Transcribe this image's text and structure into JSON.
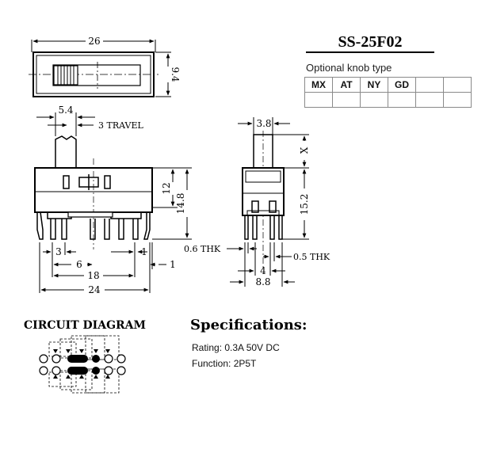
{
  "title": "SS-25F02",
  "knob": {
    "label": "Optional knob type",
    "types": [
      "MX",
      "AT",
      "NY",
      "GD",
      "",
      ""
    ],
    "row2": [
      "",
      "",
      "",
      "",
      "",
      ""
    ]
  },
  "top_view": {
    "width": "26",
    "height": "9.4"
  },
  "front_view": {
    "knob_width": "5.4",
    "travel": "3 TRAVEL",
    "body_height": "12",
    "total_height": "14.8",
    "pitch_3": "3",
    "pitch_6": "6",
    "pitch_1": "1",
    "pitch_1_right": "1",
    "span_18": "18",
    "span_24": "24"
  },
  "side_view": {
    "knob_width": "3.8",
    "knob_height": "X",
    "body_height": "15.2",
    "thk_left": "0.6 THK",
    "thk_right": "0.5 THK",
    "pin_spacing": "4",
    "width": "8.8"
  },
  "circuit": {
    "title": "CIRCUIT DIAGRAM"
  },
  "specs": {
    "title": "Specifications:",
    "rating": "Rating: 0.3A 50V DC",
    "function": "Function: 2P5T"
  }
}
